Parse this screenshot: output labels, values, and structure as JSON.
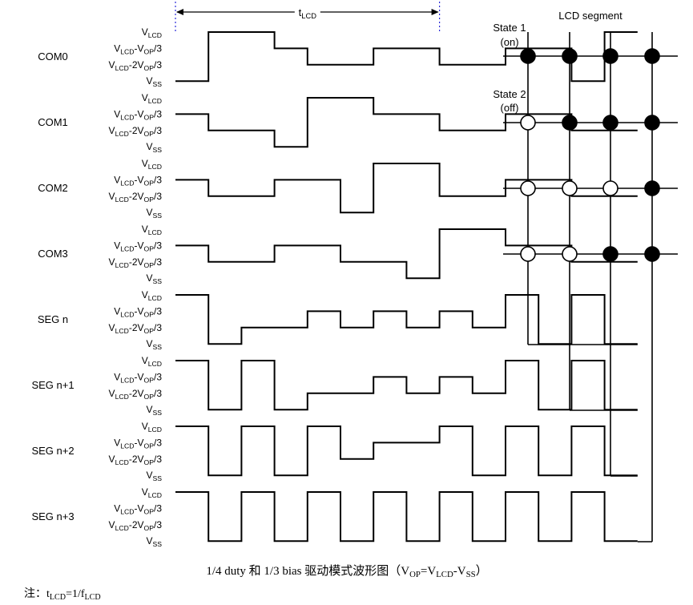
{
  "t_lcd_label": {
    "main": "t",
    "sub": "LCD"
  },
  "level_labels": [
    {
      "parts": [
        {
          "t": "V"
        },
        {
          "t": "LCD",
          "sub": true
        }
      ]
    },
    {
      "parts": [
        {
          "t": "V"
        },
        {
          "t": "LCD",
          "sub": true
        },
        {
          "t": "-V"
        },
        {
          "t": "OP",
          "sub": true
        },
        {
          "t": "/3"
        }
      ]
    },
    {
      "parts": [
        {
          "t": "V"
        },
        {
          "t": "LCD",
          "sub": true
        },
        {
          "t": "-2V"
        },
        {
          "t": "OP",
          "sub": true
        },
        {
          "t": "/3"
        }
      ]
    },
    {
      "parts": [
        {
          "t": "V"
        },
        {
          "t": "SS",
          "sub": true
        }
      ]
    }
  ],
  "signals": [
    {
      "name": "COM0",
      "levels": [
        0,
        3,
        3,
        2,
        1,
        1,
        2,
        2,
        1,
        1,
        2,
        2,
        0,
        3
      ]
    },
    {
      "name": "COM1",
      "levels": [
        2,
        1,
        1,
        0,
        3,
        3,
        2,
        2,
        1,
        1,
        2,
        2,
        1,
        1
      ]
    },
    {
      "name": "COM2",
      "levels": [
        2,
        1,
        1,
        2,
        2,
        0,
        3,
        3,
        1,
        1,
        2,
        2,
        1,
        1
      ]
    },
    {
      "name": "COM3",
      "levels": [
        2,
        1,
        1,
        2,
        2,
        1,
        1,
        0,
        3,
        3,
        2,
        2,
        1,
        1
      ]
    },
    {
      "name": "SEG n",
      "levels": [
        3,
        0,
        1,
        1,
        2,
        1,
        2,
        1,
        2,
        1,
        3,
        0,
        3,
        0
      ]
    },
    {
      "name": "SEG n+1",
      "levels": [
        3,
        0,
        3,
        0,
        1,
        1,
        2,
        1,
        2,
        1,
        3,
        0,
        3,
        0
      ]
    },
    {
      "name": "SEG n+2",
      "levels": [
        3,
        0,
        3,
        0,
        3,
        1,
        2,
        2,
        3,
        0,
        3,
        0,
        3,
        0
      ]
    },
    {
      "name": "SEG n+3",
      "levels": [
        3,
        0,
        3,
        0,
        3,
        0,
        3,
        0,
        3,
        0,
        3,
        0,
        3,
        0
      ]
    }
  ],
  "lcd_title": "LCD segment",
  "states": [
    {
      "line1": "State 1",
      "line2": "(on)"
    },
    {
      "line1": "State 2",
      "line2": "(off)"
    }
  ],
  "pixel_on": [
    [
      true,
      true,
      true,
      true
    ],
    [
      false,
      true,
      true,
      true
    ],
    [
      false,
      false,
      false,
      true
    ],
    [
      false,
      false,
      true,
      true
    ]
  ],
  "caption": [
    {
      "t": "1/4 duty 和 1/3 bias 驱动模式波形图（V"
    },
    {
      "t": "OP",
      "sub": true
    },
    {
      "t": "=V"
    },
    {
      "t": "LCD",
      "sub": true
    },
    {
      "t": "-V"
    },
    {
      "t": "SS",
      "sub": true
    },
    {
      "t": "）"
    }
  ],
  "note": [
    {
      "t": "注：t"
    },
    {
      "t": "LCD",
      "sub": true
    },
    {
      "t": "=1/f"
    },
    {
      "t": "LCD",
      "sub": true
    }
  ]
}
